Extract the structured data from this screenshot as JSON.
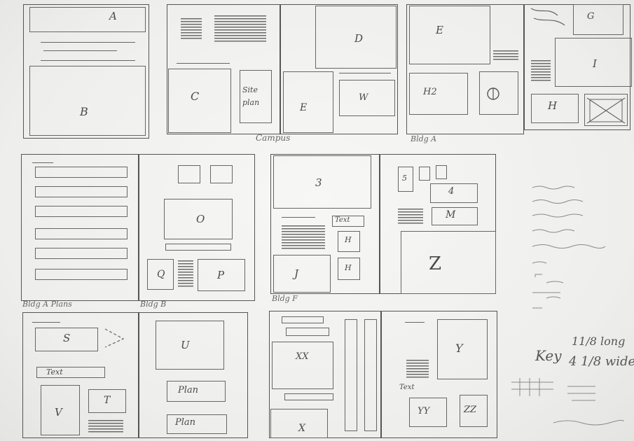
{
  "labels": {
    "A": "A",
    "B": "B",
    "C": "C",
    "site_plan": "Site\nplan",
    "D": "D",
    "E_small": "E",
    "W": "W",
    "E": "E",
    "H2": "H2",
    "H": "H",
    "G": "G",
    "I": "I",
    "n3": "3",
    "O": "O",
    "Q": "Q",
    "P": "P",
    "J": "J",
    "Z": "Z",
    "f4": "4",
    "M": "M",
    "H1": "H",
    "H2b": "H",
    "S": "S",
    "U": "U",
    "V": "V",
    "T": "T",
    "XX": "XX",
    "X": "X",
    "Y": "Y",
    "YY": "YY",
    "ZZ": "ZZ",
    "plan1": "Plan",
    "plan2": "Plan",
    "text1": "Text",
    "text2": "Text",
    "text3": "Text",
    "s5": "5"
  },
  "captions": {
    "campus": "Campus",
    "bldg_a": "Bldg A",
    "bldg_a_plans": "Bldg A Plans",
    "bldg_b": "Bldg B",
    "bldg_f": "Bldg F"
  },
  "margin_notes": {
    "key": "Key",
    "long": "11/8 long",
    "wide": "4 1/8 wide"
  }
}
